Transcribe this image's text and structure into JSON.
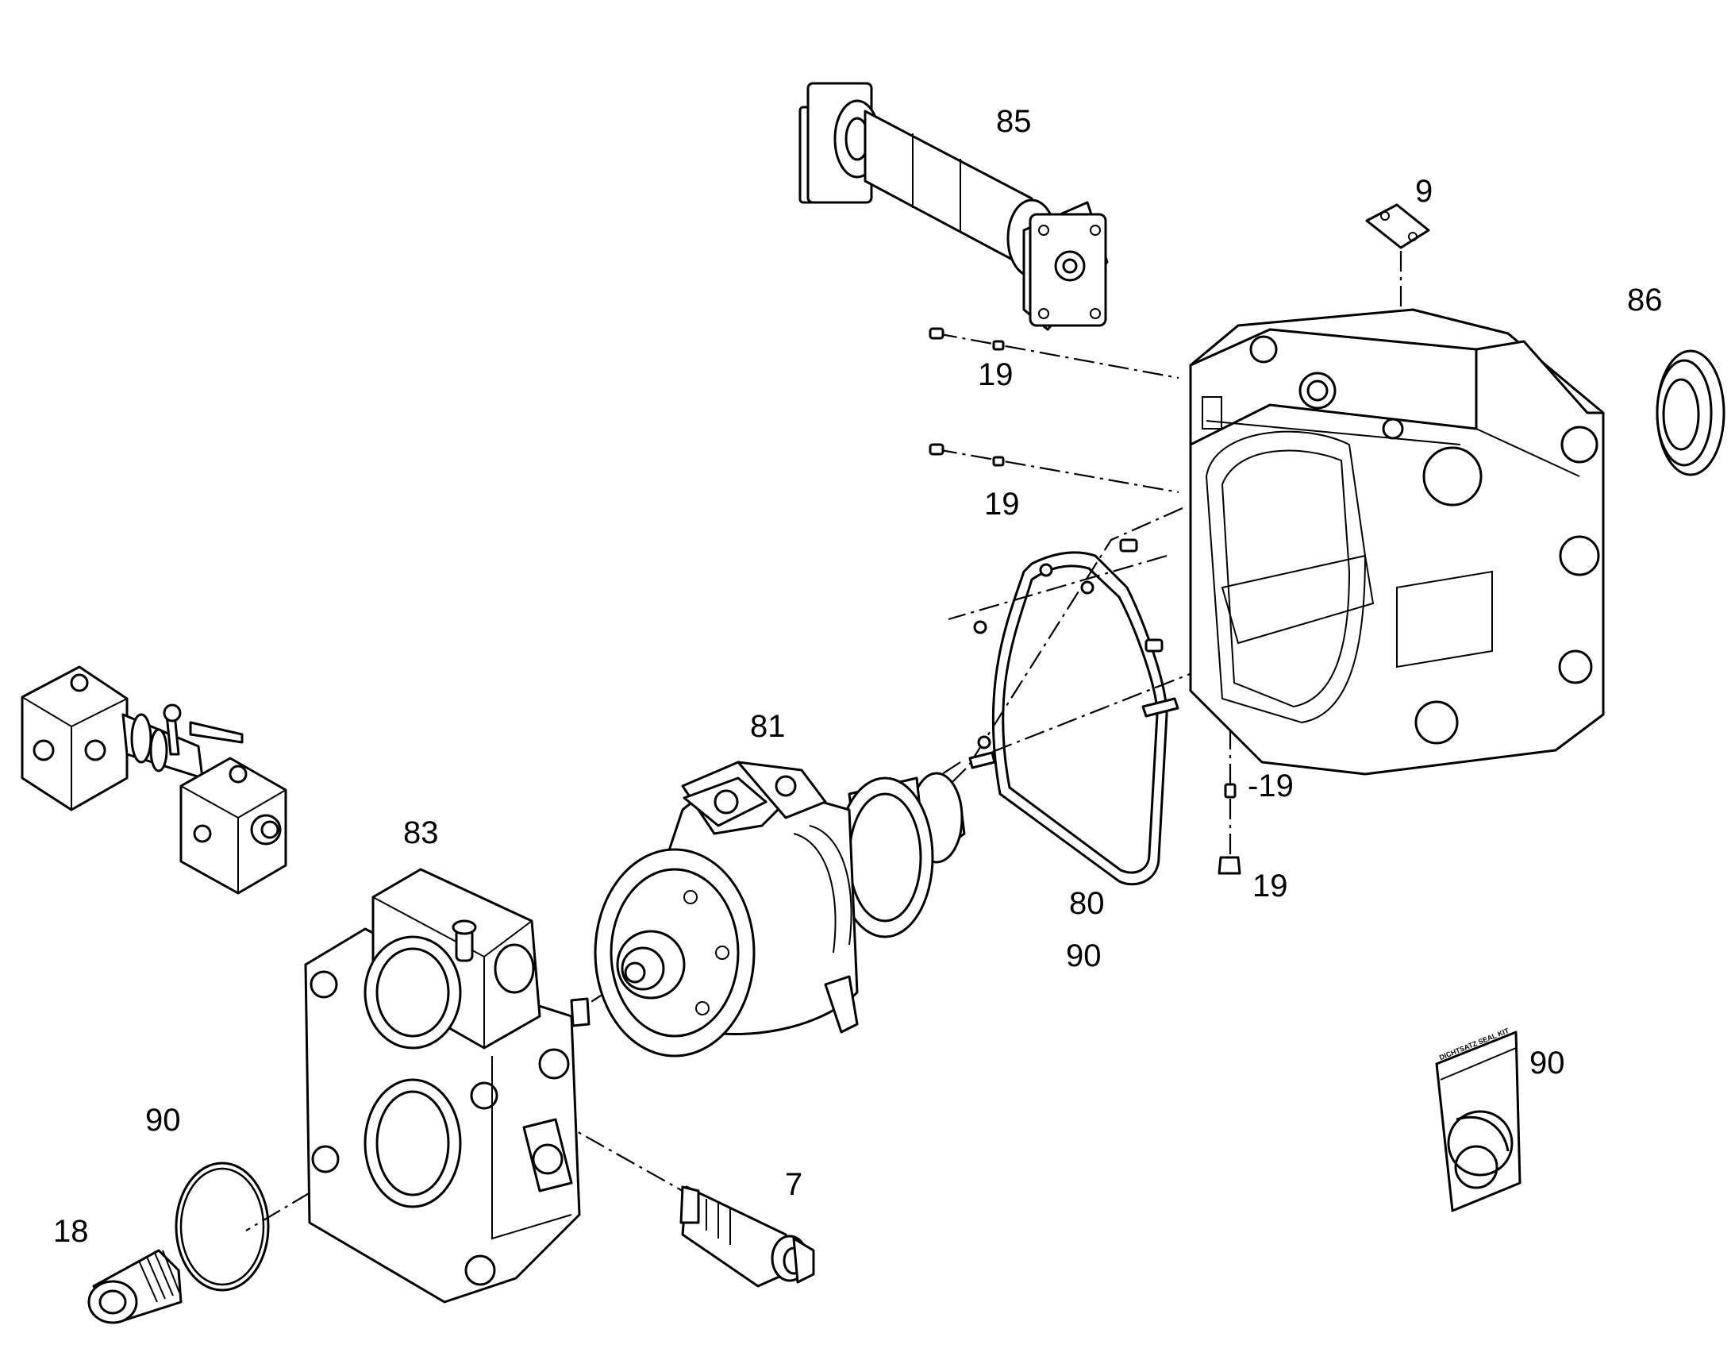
{
  "callouts": [
    {
      "id": "85",
      "text": "85"
    },
    {
      "id": "9",
      "text": "9"
    },
    {
      "id": "86",
      "text": "86"
    },
    {
      "id": "19a",
      "text": "19"
    },
    {
      "id": "19b",
      "text": "19"
    },
    {
      "id": "19c",
      "text": "-19"
    },
    {
      "id": "19d",
      "text": "19"
    },
    {
      "id": "81",
      "text": "81"
    },
    {
      "id": "83",
      "text": "83"
    },
    {
      "id": "80",
      "text": "80"
    },
    {
      "id": "90a",
      "text": "90"
    },
    {
      "id": "90b",
      "text": "90"
    },
    {
      "id": "90c",
      "text": "90"
    },
    {
      "id": "7",
      "text": "7"
    },
    {
      "id": "18",
      "text": "18"
    }
  ],
  "seal_kit_label": "DICHTSATZ SEAL KIT",
  "colors": {
    "line": "#000000",
    "background": "#ffffff"
  }
}
